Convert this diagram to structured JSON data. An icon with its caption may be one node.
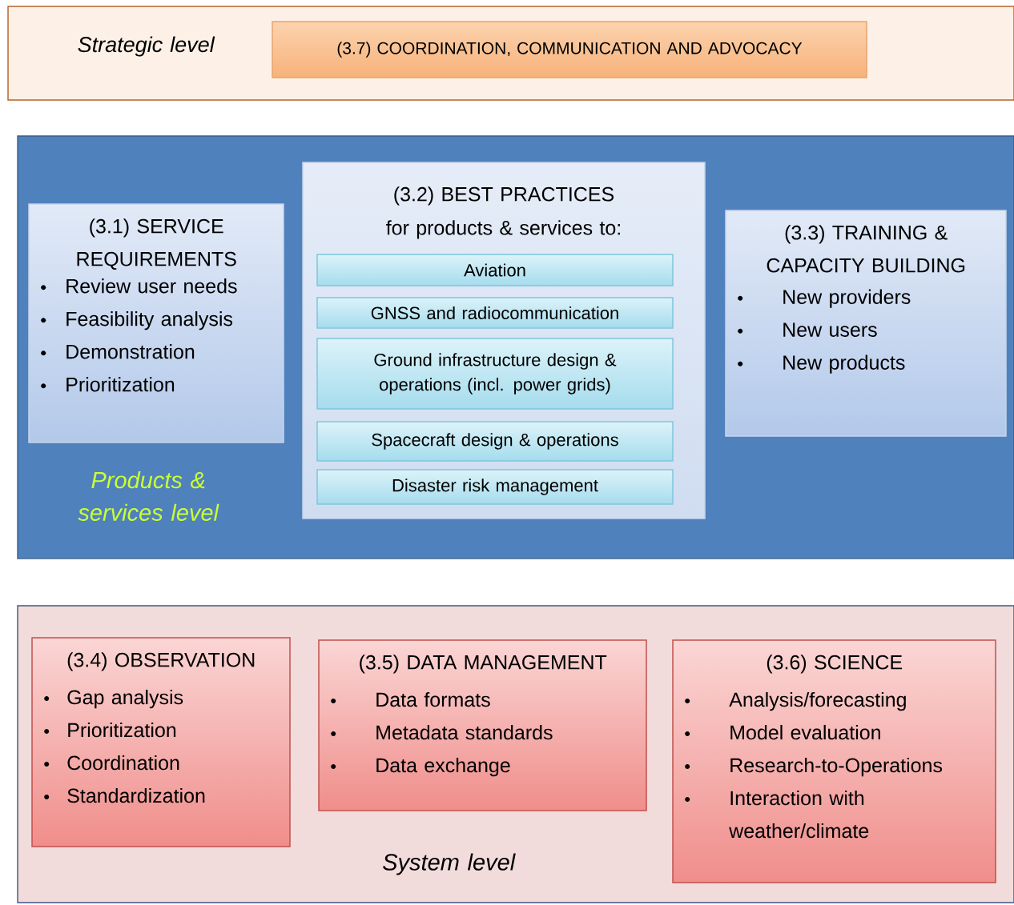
{
  "diagram": {
    "nodes": [
      {
        "text": [
          "Strategic level"
        ]
      },
      {
        "text": [
          "(3.7) COORDINATION, COMMUNICATION AND ADVOCACY"
        ],
        "in": 0
      },
      {
        "text": [
          "Products & services level"
        ]
      },
      {
        "text": [
          "(3.1) SERVICE REQUIREMENTS",
          "Review user needs",
          "Feasibility analysis",
          "Demonstration",
          "Prioritization"
        ],
        "in": 2
      },
      {
        "text": [
          "(3.2) BEST PRACTICES for products & services to:"
        ],
        "in": 2
      },
      {
        "text": [
          "Aviation"
        ],
        "in": 4
      },
      {
        "text": [
          "GNSS and radiocommunication"
        ],
        "in": 4
      },
      {
        "text": [
          "Ground infrastructure design & operations (incl. power grids)"
        ],
        "in": 4
      },
      {
        "text": [
          "Spacecraft design & operations"
        ],
        "in": 4
      },
      {
        "text": [
          "Disaster risk management"
        ],
        "in": 4
      },
      {
        "text": [
          "(3.3) TRAINING & CAPACITY BUILDING",
          "New providers",
          "New users",
          "New products"
        ],
        "in": 2
      },
      {
        "text": [
          "System level"
        ]
      },
      {
        "text": [
          "(3.4) OBSERVATION",
          "Gap analysis",
          "Prioritization",
          "Coordination",
          "Standardization"
        ],
        "in": 11
      },
      {
        "text": [
          "(3.5) DATA MANAGEMENT",
          "Data formats",
          "Metadata standards",
          "Data exchange"
        ],
        "in": 11
      },
      {
        "text": [
          "(3.6) SCIENCE",
          "Analysis/forecasting",
          "Model evaluation",
          "Research-to-Operations",
          "Interaction with weather/climate"
        ],
        "in": 11
      }
    ]
  }
}
